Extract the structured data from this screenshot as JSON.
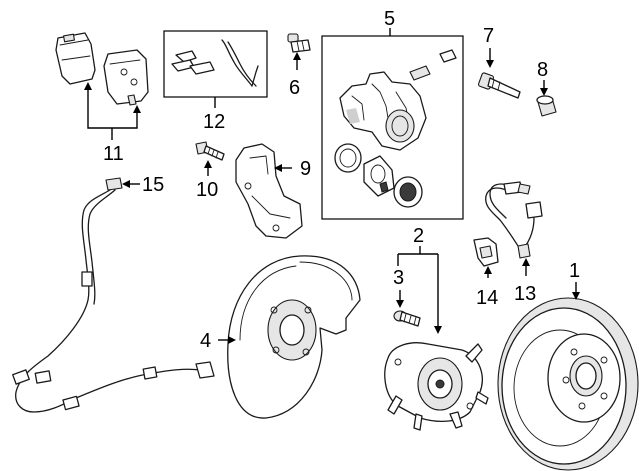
{
  "callouts": {
    "c1": "1",
    "c2": "2",
    "c3": "3",
    "c4": "4",
    "c5": "5",
    "c6": "6",
    "c7": "7",
    "c8": "8",
    "c9": "9",
    "c10": "10",
    "c11": "11",
    "c12": "12",
    "c13": "13",
    "c14": "14",
    "c15": "15"
  },
  "parts": {
    "p1": "rotor-icon",
    "p2": "hub-bearing-icon",
    "p3": "hub-bolt-icon",
    "p4": "backing-plate-icon",
    "p5": "caliper-assembly-icon",
    "p6": "bleeder-screw-icon",
    "p7": "guide-pin-icon",
    "p8": "boot-icon",
    "p9": "caliper-support-icon",
    "p10": "support-bolt-icon",
    "p11": "brake-pads-icon",
    "p12": "pad-hardware-kit-icon",
    "p13": "brake-hose-icon",
    "p14": "hose-bracket-icon",
    "p15": "abs-sensor-icon"
  }
}
